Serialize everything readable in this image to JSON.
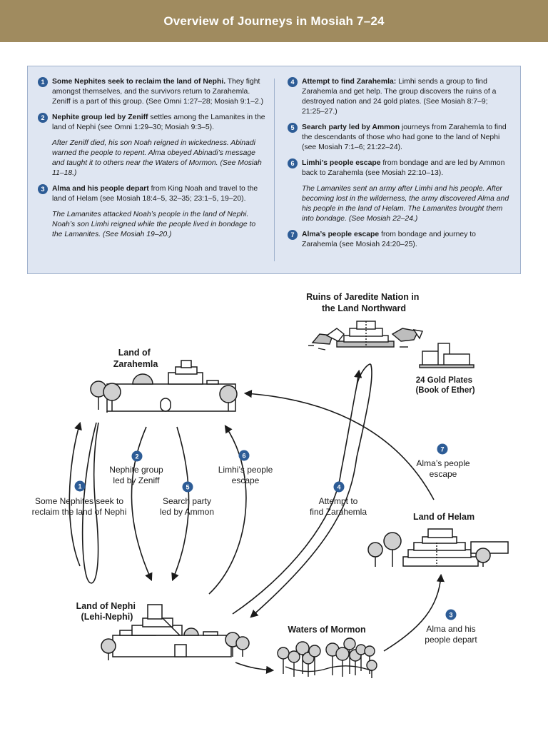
{
  "title": "Overview of Journeys in Mosiah 7–24",
  "legend": {
    "items": [
      {
        "num": "1",
        "bold": "Some Nephites seek to reclaim the land of Nephi.",
        "text": " They fight amongst themselves, and the survivors return to Zarahemla. Zeniff is a part of this group. (See Omni 1:27–28; Mosiah 9:1–2.)"
      },
      {
        "num": "2",
        "bold": "Nephite group led by Zeniff",
        "text": " settles among the Lamanites in the land of Nephi (see Omni 1:29–30; Mosiah 9:3–5)."
      },
      {
        "num": "3",
        "bold": "Alma and his people depart",
        "text": " from King Noah and travel to the land of Helam (see Mosiah 18:4–5, 32–35; 23:1–5, 19–20)."
      },
      {
        "num": "4",
        "bold": "Attempt to find Zarahemla:",
        "text": " Limhi sends a group to find Zarahemla and get help. The group discovers the ruins of a destroyed nation and 24 gold plates. (See Mosiah 8:7–9; 21:25–27.)"
      },
      {
        "num": "5",
        "bold": "Search party led by Ammon",
        "text": " journeys from Zarahemla to find the descendants of those who had gone to the land of Nephi (see Mosiah 7:1–6; 21:22–24)."
      },
      {
        "num": "6",
        "bold": "Limhi’s people escape",
        "text": " from bondage and are led by Ammon back to Zarahemla (see Mosiah 22:10–13)."
      },
      {
        "num": "7",
        "bold": "Alma’s people escape",
        "text": " from bondage and journey to Zarahemla (see Mosiah 24:20–25)."
      }
    ],
    "notes": {
      "after2": "After Zeniff died, his son Noah reigned in wickedness. Abinadi warned the people to repent. Alma obeyed Abinadi’s message and taught it to others near the Waters of Mormon. (See Mosiah 11–18.)",
      "after3": "The Lamanites attacked Noah’s people in the land of Nephi. Noah’s son Limhi reigned while the people lived in bondage to the Lamanites. (See Mosiah 19–20.)",
      "after6": "The Lamanites sent an army after Limhi and his people. After becoming lost in the wilderness, the army discovered Alma and his people in the land of Helam. The Lamanites brought them into bondage. (See Mosiah 22–24.)"
    }
  },
  "map": {
    "places": {
      "zarahemla": [
        "Land of",
        "Zarahemla"
      ],
      "nephi": [
        "Land of Nephi",
        "(Lehi-Nephi)"
      ],
      "mormon": [
        "Waters of Mormon"
      ],
      "helam": [
        "Land of Helam"
      ],
      "ruins": [
        "Ruins of Jaredite Nation in",
        "the Land Northward"
      ],
      "plates": [
        "24 Gold Plates",
        "(Book of Ether)"
      ]
    },
    "routes": [
      {
        "num": "1",
        "lines": [
          "Some Nephites seek to",
          "reclaim the land of Nephi"
        ]
      },
      {
        "num": "2",
        "lines": [
          "Nephite group",
          "led by Zeniff"
        ]
      },
      {
        "num": "3",
        "lines": [
          "Alma and his",
          "people depart"
        ]
      },
      {
        "num": "4",
        "lines": [
          "Attempt to",
          "find Zarahemla"
        ]
      },
      {
        "num": "5",
        "lines": [
          "Search party",
          "led by Ammon"
        ]
      },
      {
        "num": "6",
        "lines": [
          "Limhi’s people",
          "escape"
        ]
      },
      {
        "num": "7",
        "lines": [
          "Alma’s people",
          "escape"
        ]
      }
    ]
  },
  "colors": {
    "header": "#a08b5f",
    "legend_bg": "#dfe6f2",
    "badge": "#2d5c96"
  }
}
